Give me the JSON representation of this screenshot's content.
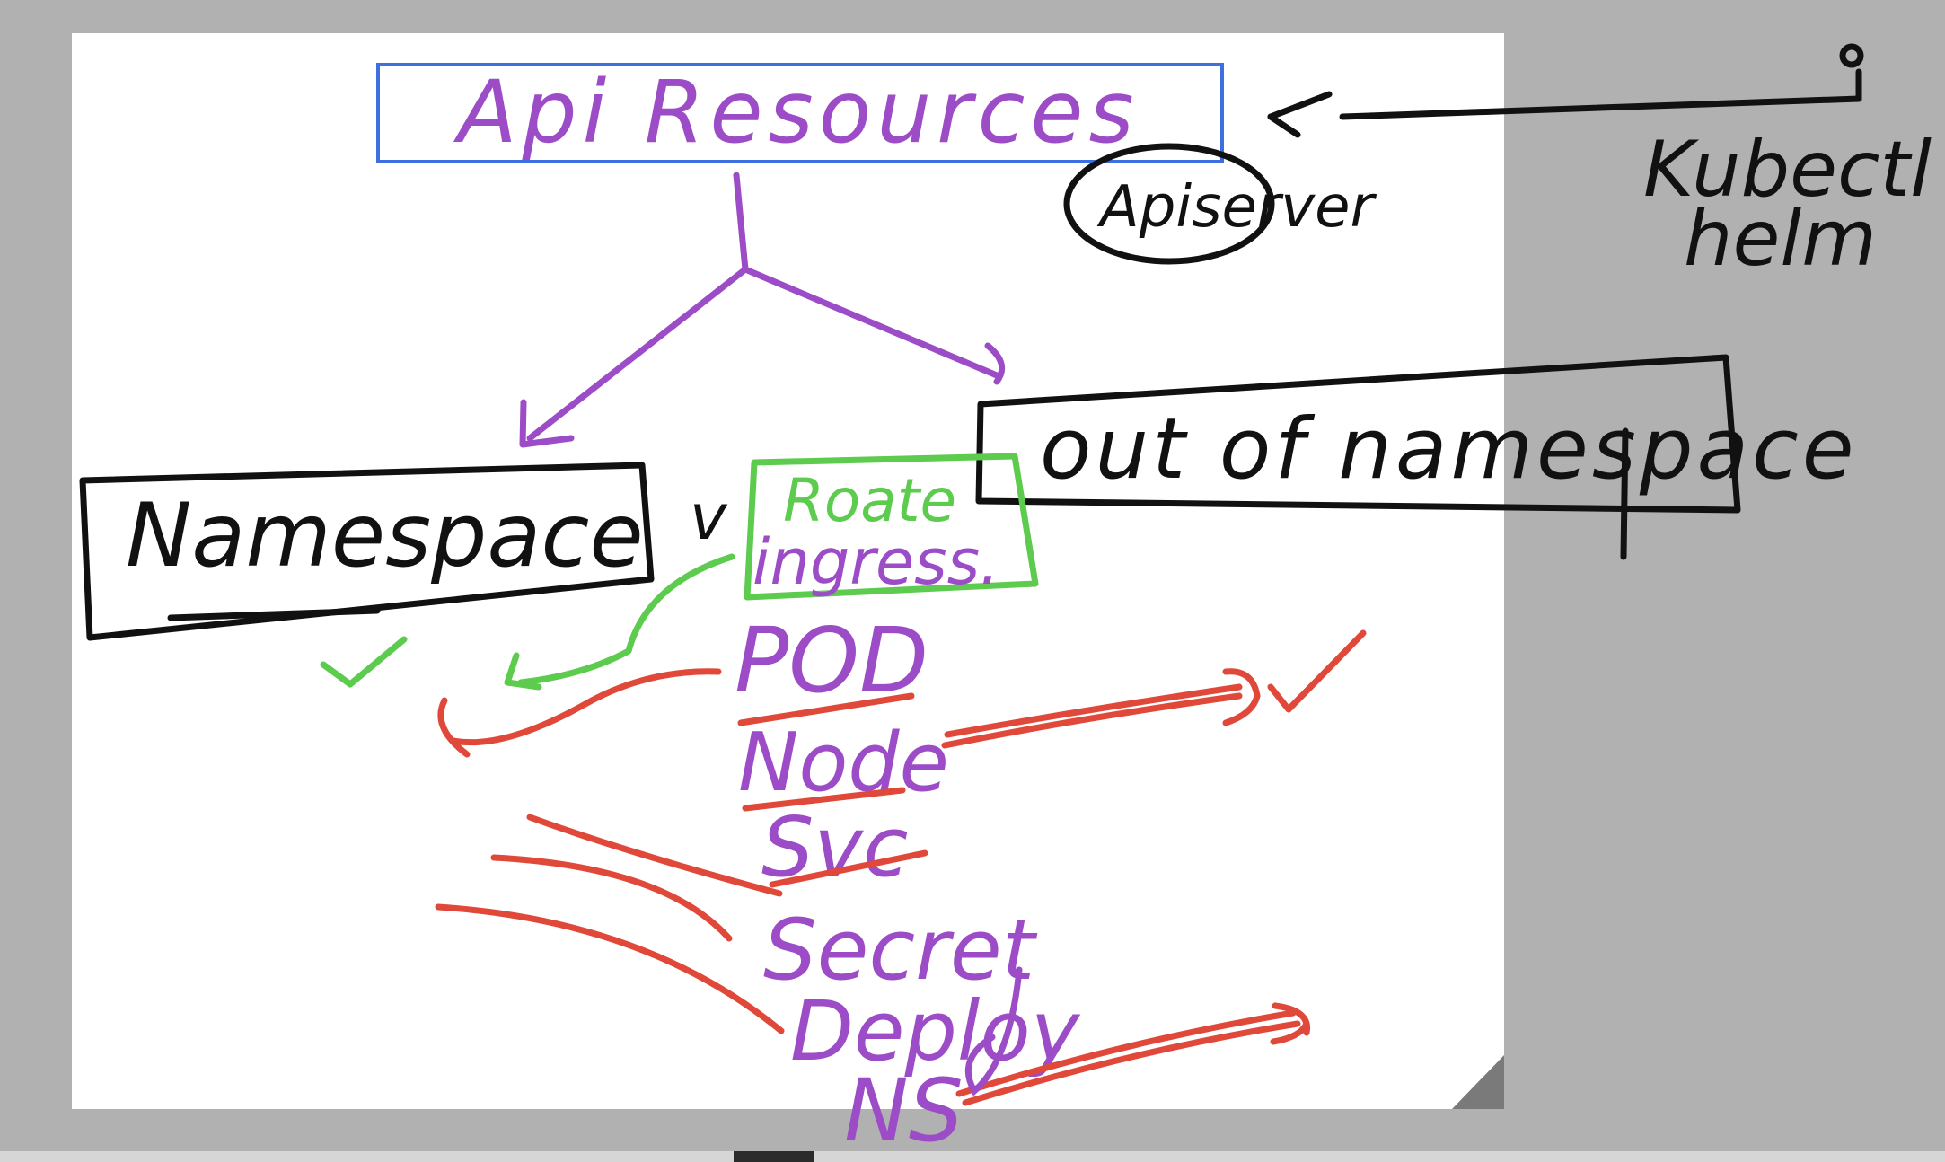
{
  "diagram": {
    "title": "Api Resources",
    "namespace_label": "Namespace",
    "out_of_namespace_label": "out of namespace",
    "apiserver_label": "Apiserver",
    "kubectl_line1": "Kubectl",
    "kubectl_line2": "helm",
    "checkmark_glyph": "v",
    "green_items": [
      "Roate",
      "ingress."
    ],
    "resources": [
      "POD",
      "Node",
      "Svc",
      "Secret",
      "Deploy",
      "NS"
    ]
  },
  "colors": {
    "purple": "#9b4cc6",
    "black": "#111111",
    "green": "#5ccb4e",
    "red": "#e0483a",
    "blue": "#3d6fe0",
    "canvas": "#ffffff",
    "background": "#b1b1b1"
  }
}
